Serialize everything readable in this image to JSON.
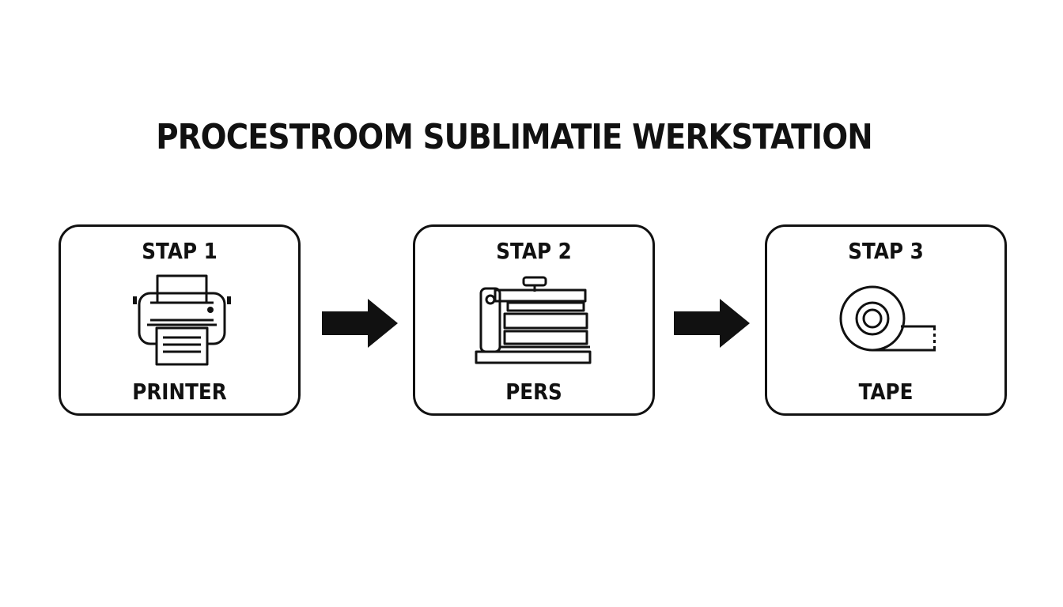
{
  "title": "PROCESTROOM SUBLIMATIE WERKSTATION",
  "steps": [
    {
      "label": "STAP 1",
      "name": "PRINTER",
      "icon": "printer-icon"
    },
    {
      "label": "STAP 2",
      "name": "PERS",
      "icon": "heat-press-icon"
    },
    {
      "label": "STAP 3",
      "name": "TAPE",
      "icon": "tape-roll-icon"
    }
  ],
  "colors": {
    "stroke": "#111111",
    "background": "#ffffff"
  }
}
